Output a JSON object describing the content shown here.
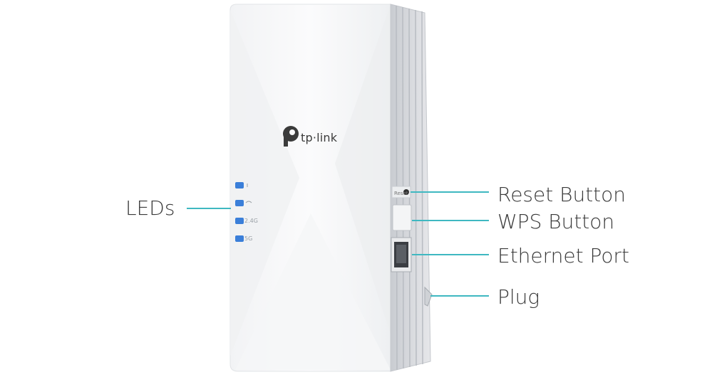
{
  "brand": {
    "logo_text": "tp·link"
  },
  "leds": {
    "labels": [
      "",
      "",
      "2.4G",
      "5G"
    ],
    "color": "#3b7fd9"
  },
  "ports": {
    "reset_label": "Reset"
  },
  "callouts": {
    "leds": "LEDs",
    "reset": "Reset Button",
    "wps": "WPS Button",
    "ethernet": "Ethernet Port",
    "plug": "Plug"
  },
  "colors": {
    "leader_line": "#3fb8c1",
    "body": "#f7f8fa",
    "side": "#d7d9dd"
  }
}
